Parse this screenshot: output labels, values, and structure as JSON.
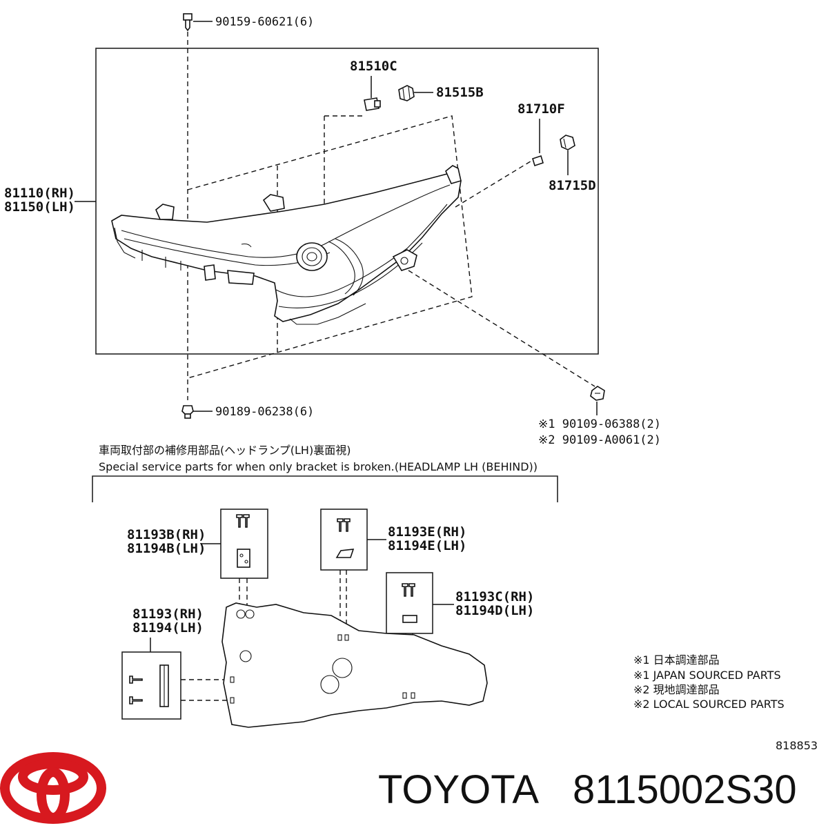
{
  "labels": {
    "bolt_top": "90159-60621(6)",
    "socket_81510c": "81510C",
    "bulb_81515b": "81515B",
    "socket_81710f": "81710F",
    "bulb_81715d": "81715D",
    "headlamp_rh": "81110(RH)",
    "headlamp_lh": "81150(LH)",
    "bolt_bottom": "90189-06238(6)",
    "screw_1": "※1 90109-06388(2)",
    "screw_2": "※2 90109-A0061(2)"
  },
  "service_section": {
    "title_jp": "車両取付部の補修用部品(ヘッドランプ(LH)裏面視)",
    "title_en": "Special service parts for when only bracket is broken.(HEADLAMP LH (BEHIND))",
    "kit_b_rh": "81193B(RH)",
    "kit_b_lh": "81194B(LH)",
    "kit_e_rh": "81193E(RH)",
    "kit_e_lh": "81194E(LH)",
    "kit_c_rh": "81193C(RH)",
    "kit_d_lh": "81194D(LH)",
    "kit_rh": "81193(RH)",
    "kit_lh": "81194(LH)"
  },
  "notes": [
    "※1 日本調達部品",
    "※1 JAPAN SOURCED PARTS",
    "※2 現地調達部品",
    "※2 LOCAL SOURCED PARTS"
  ],
  "diagram_id": "818853",
  "footer": {
    "brand": "TOYOTA",
    "part_number": "8115002S30"
  },
  "colors": {
    "logo": "#d7191f",
    "ink": "#111111"
  }
}
